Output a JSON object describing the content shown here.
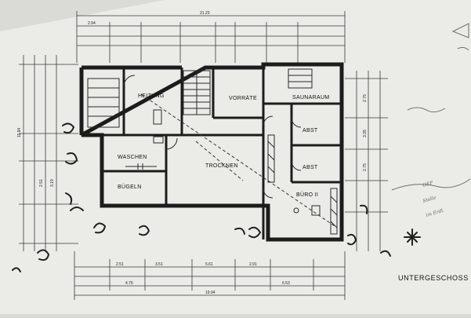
{
  "title": "UNTERGESCHOSS",
  "rooms": [
    {
      "id": "heizung",
      "label": "HEIZUNG"
    },
    {
      "id": "vorraete",
      "label": "VORRÄTE"
    },
    {
      "id": "saunaraum",
      "label": "SAUNARAUM"
    },
    {
      "id": "abst1",
      "label": "ABST"
    },
    {
      "id": "abst2",
      "label": "ABST"
    },
    {
      "id": "waschen",
      "label": "WASCHEN"
    },
    {
      "id": "trocknen",
      "label": "TROCKNEN"
    },
    {
      "id": "buegeln",
      "label": "BÜGELN"
    },
    {
      "id": "buero",
      "label": "BÜRO II"
    }
  ],
  "dimensions": {
    "top_total": "21.23",
    "top_left": "2.94",
    "bottom_total": "19.94",
    "bottom_a": "2.51",
    "bottom_b": "3.51",
    "bottom_c": "5.61",
    "bottom_d": "2.91",
    "bottom_e": "4.76",
    "bottom_f": "6.53",
    "left_total": "11.94",
    "left_a": "2.51",
    "left_b": "3.19",
    "right_a": "2.75",
    "right_b": "3.35",
    "right_c": "2.75"
  },
  "notes": {
    "margin_note_1": "OEF",
    "margin_note_2": "Stelle",
    "margin_note_3": "im Erdl."
  }
}
